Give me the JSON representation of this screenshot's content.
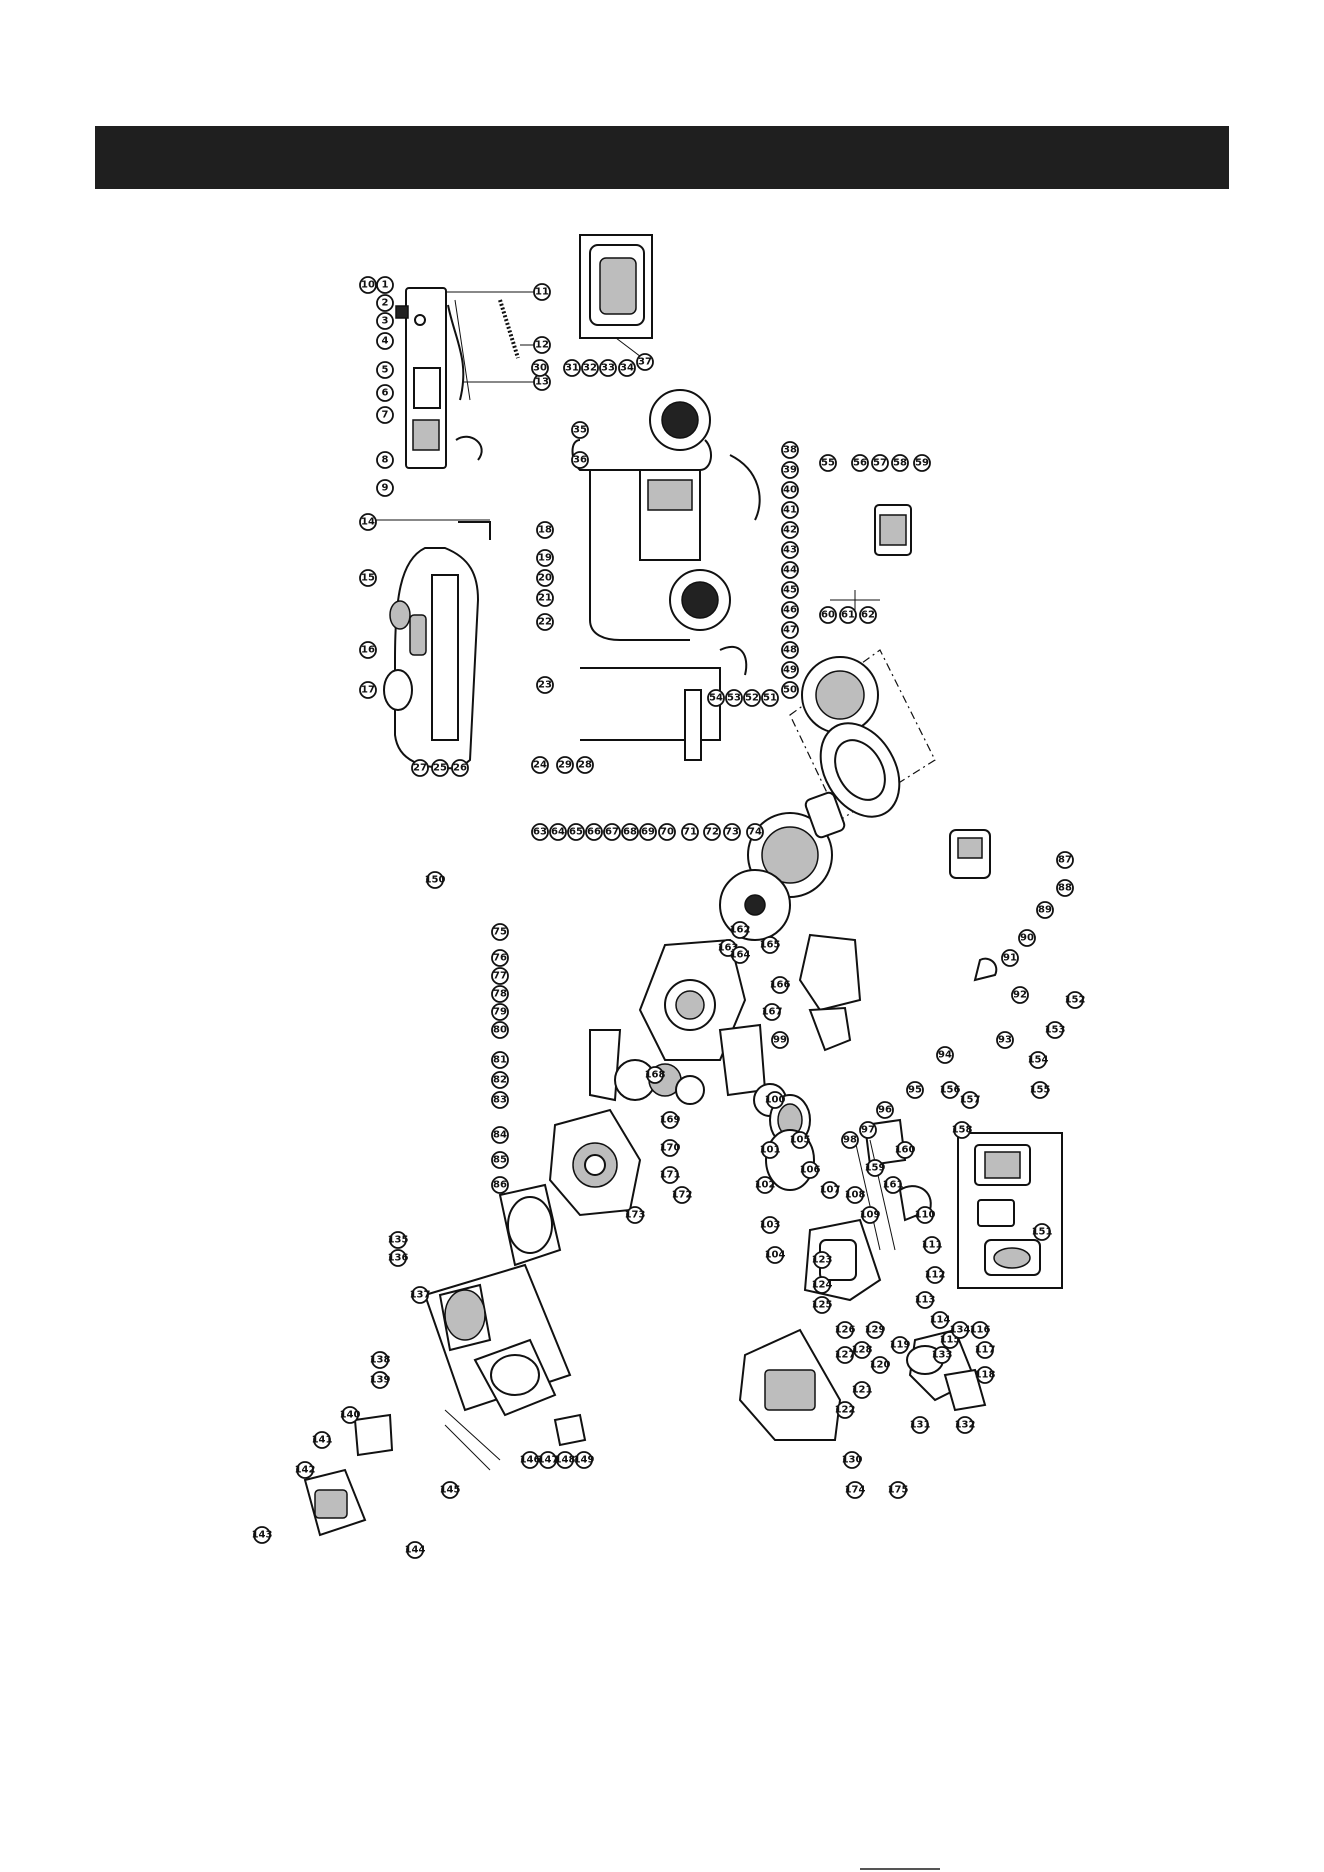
{
  "header": {
    "title": ""
  },
  "page": {
    "background": "#ffffff",
    "header_color": "#1f1f1f",
    "ink_color": "#111111"
  },
  "diagram": {
    "orientation": "rotated-90",
    "callout_labels": [
      "1",
      "2",
      "3",
      "4",
      "5",
      "6",
      "7",
      "8",
      "9",
      "10",
      "11",
      "12",
      "13",
      "14",
      "15",
      "16",
      "17",
      "18",
      "19",
      "20",
      "21",
      "22",
      "23",
      "24",
      "25",
      "26",
      "27",
      "28",
      "29",
      "30",
      "31",
      "32",
      "33",
      "34",
      "35",
      "36",
      "37",
      "38",
      "39",
      "40",
      "41",
      "42",
      "43",
      "44",
      "45",
      "46",
      "47",
      "48",
      "49",
      "50",
      "51",
      "52",
      "53",
      "54",
      "55",
      "56",
      "57",
      "58",
      "59",
      "60",
      "61",
      "62",
      "63",
      "64",
      "65",
      "66",
      "67",
      "68",
      "69",
      "70",
      "71",
      "72",
      "73",
      "74",
      "75",
      "76",
      "77",
      "78",
      "79",
      "80",
      "81",
      "82",
      "83",
      "84",
      "85",
      "86",
      "87",
      "88",
      "89",
      "90",
      "91",
      "92",
      "93",
      "94",
      "95",
      "96",
      "97",
      "98",
      "99",
      "100",
      "101",
      "102",
      "103",
      "104",
      "105",
      "106",
      "107",
      "108",
      "109",
      "110",
      "111",
      "112",
      "113",
      "114",
      "115",
      "116",
      "117",
      "118",
      "119",
      "120",
      "121",
      "122",
      "123",
      "124",
      "125",
      "126",
      "127",
      "128",
      "129",
      "130",
      "131",
      "132",
      "133",
      "134",
      "135",
      "136",
      "137",
      "138",
      "139",
      "140",
      "141",
      "142",
      "143",
      "144",
      "145",
      "146",
      "147",
      "148",
      "149",
      "150",
      "151",
      "152",
      "153",
      "154",
      "155",
      "156",
      "157",
      "158",
      "159",
      "160",
      "161",
      "162",
      "163",
      "164",
      "165",
      "166",
      "167",
      "168",
      "169",
      "170",
      "171",
      "172",
      "173",
      "174",
      "175"
    ]
  }
}
